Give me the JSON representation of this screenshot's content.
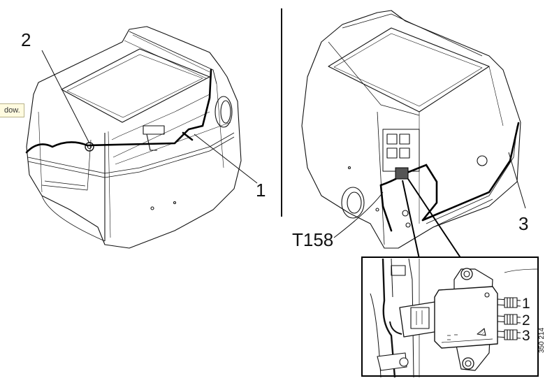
{
  "tooltip": {
    "text": "dow."
  },
  "left_view": {
    "callouts": {
      "c2": "2",
      "c1": "1"
    }
  },
  "right_view": {
    "callouts": {
      "t158": "T158",
      "c3": "3"
    }
  },
  "detail_view": {
    "callouts": {
      "d1": "1",
      "d2": "2",
      "d3": "3"
    }
  },
  "doc_number": "350 214"
}
